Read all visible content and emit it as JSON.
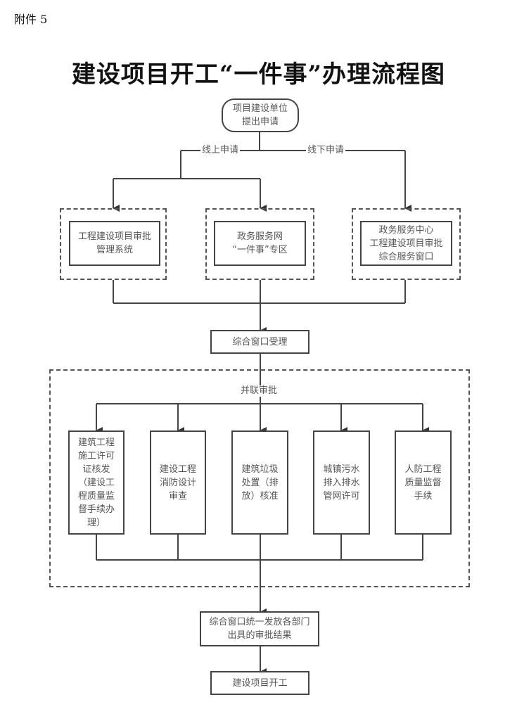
{
  "header": {
    "attachment": "附件 5",
    "title": "建设项目开工“一件事”办理流程图"
  },
  "flow": {
    "start": "项目建设单位\n提出申请",
    "branch_online": "线上申请",
    "branch_offline": "线下申请",
    "channels": [
      "工程建设项目审批\n管理系统",
      "政务服务网\n“一件事”专区",
      "政务服务中心\n工程建设项目审批\n综合服务窗口"
    ],
    "accept": "综合窗口受理",
    "parallel_label": "并联审批",
    "approvals": [
      "建筑工程\n施工许可\n证核发\n（建设工\n程质量监\n督手续办\n理）",
      "建设工程\n消防设计\n审查",
      "建筑垃圾\n处置（排\n放）核准",
      "城镇污水\n排入排水\n管网许可",
      "人防工程\n质量监督\n手续"
    ],
    "issue": "综合窗口统一发放各部门\n出具的审批结果",
    "end": "建设项目开工"
  }
}
